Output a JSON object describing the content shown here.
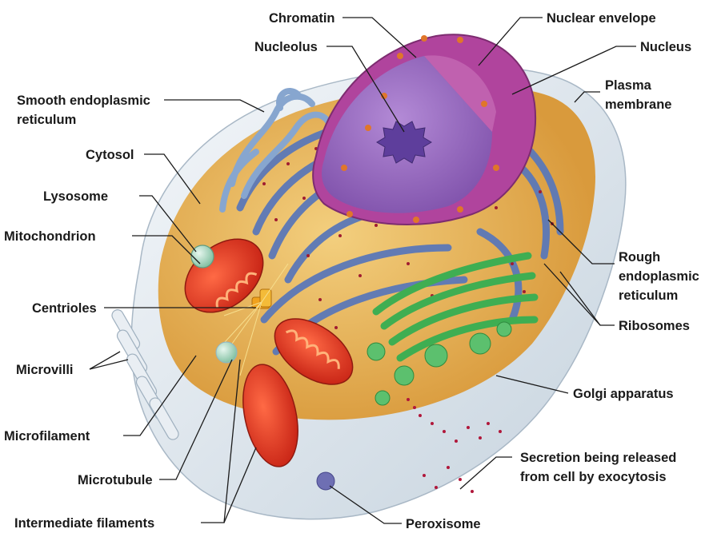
{
  "labels": {
    "chromatin": "Chromatin",
    "nuclear_envelope": "Nuclear envelope",
    "nucleolus": "Nucleolus",
    "nucleus": "Nucleus",
    "smooth_er": [
      "Smooth endoplasmic",
      "reticulum"
    ],
    "plasma_membrane": [
      "Plasma",
      "membrane"
    ],
    "cytosol": "Cytosol",
    "lysosome": "Lysosome",
    "mitochondrion": "Mitochondrion",
    "rough_er": [
      "Rough",
      "endoplasmic",
      "reticulum"
    ],
    "centrioles": "Centrioles",
    "ribosomes": "Ribosomes",
    "microvilli": "Microvilli",
    "golgi": "Golgi apparatus",
    "microfilament": "Microfilament",
    "secretion": [
      "Secretion being released",
      "from cell by exocytosis"
    ],
    "microtubule": "Microtubule",
    "intermediate_filaments": "Intermediate filaments",
    "peroxisome": "Peroxisome"
  },
  "colors": {
    "membrane": "#dfe8ef",
    "cytosol": "#e8b65a",
    "rough_er": "#5b78b8",
    "smooth_er": "#87a6cf",
    "nucleus_outer": "#b0449d",
    "nucleoplasm": "#9a6cc2",
    "nucleolus": "#5e3e9c",
    "mitochondrion": "#e5331f",
    "golgi": "#3fae52",
    "vesicle": "#9ad0b4",
    "ribosome": "#a01c30"
  }
}
